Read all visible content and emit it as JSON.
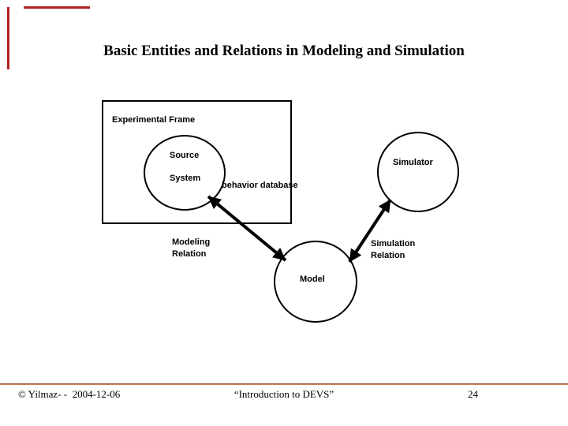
{
  "slide": {
    "title": "Basic Entities and Relations in Modeling and Simulation",
    "accent_border_color": "#b22222",
    "background_color": "#ffffff",
    "diagram_stroke_color": "#000000"
  },
  "diagram": {
    "frame_label": "Experimental Frame",
    "source_system_label": "Source\nSystem",
    "behavior_database_label": "behavior database",
    "simulator_label": "Simulator",
    "model_label": "Model",
    "modeling_relation_label": "Modeling\nRelation",
    "simulation_relation_label": "Simulation\nRelation"
  },
  "footer": {
    "copyright": "© Yilmaz- -  2004-12-06",
    "center_text": "“Introduction to DEVS”",
    "page_number": "24",
    "rule_color_dark": "#8e4a24",
    "rule_color_light": "#c9885a"
  }
}
